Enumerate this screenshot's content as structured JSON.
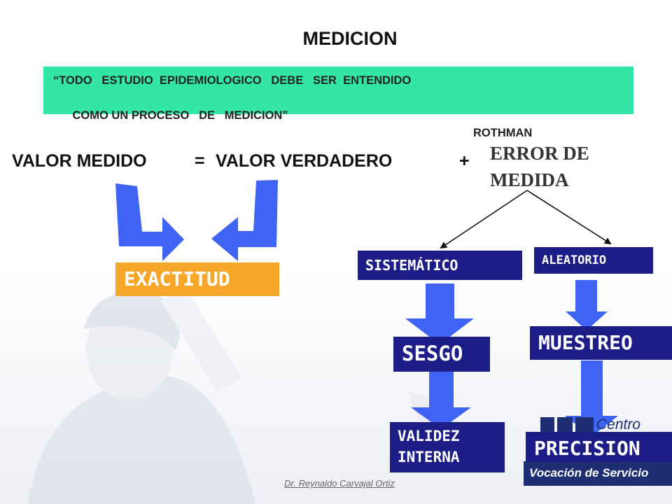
{
  "slide": {
    "title": "MEDICION",
    "quote": {
      "line1": "“TODO   ESTUDIO  EPIDEMIOLOGICO   DEBE   SER  ENTENDIDO",
      "line2_text": "COMO UN PROCESO   DE   MEDICION”",
      "line2_author": "ROTHMAN"
    },
    "formula": {
      "measured": "VALOR MEDIDO",
      "equals": "=",
      "true_value": "VALOR VERDADERO",
      "plus": "+",
      "error_line1": "ERROR DE",
      "error_line2": "MEDIDA"
    },
    "boxes": {
      "exactitud": "EXACTITUD",
      "sistematico": "SISTEMÁTICO",
      "aleatorio": "ALEATORIO",
      "sesgo": "SESGO",
      "muestreo": "MUESTREO",
      "validez_line1": "VALIDEZ",
      "validez_line2": "INTERNA",
      "precision": "PRECISION"
    },
    "logo": {
      "name": "Centro",
      "tagline": "Vocación de Servicio"
    },
    "footer": "Dr. Reynaldo Carvajal Ortiz"
  },
  "colors": {
    "quote_bg": "#33e6a6",
    "exactitud_bg": "#f6a72a",
    "box_bg": "#1c1d86",
    "arrow_blue": "#3f63f2",
    "logo_blue": "#1d2e72"
  }
}
